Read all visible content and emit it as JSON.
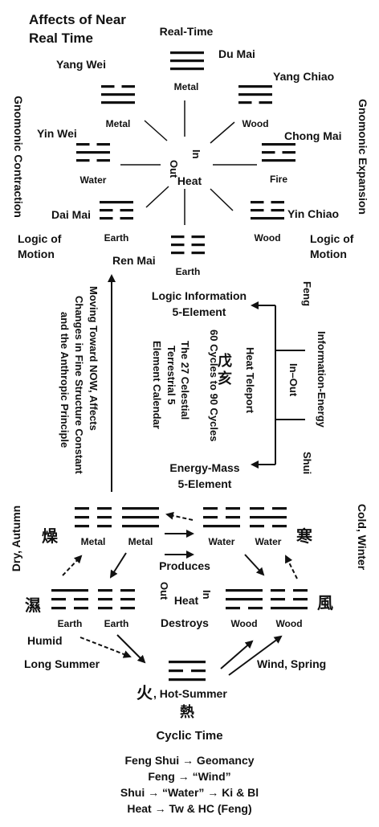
{
  "title_line1": "Affects of Near",
  "title_line2": "Real Time",
  "top_wheel": {
    "nodes": [
      {
        "name": "Real-Time",
        "label": "Metal",
        "lines": [
          1,
          1,
          1
        ]
      },
      {
        "name": "Du Mai",
        "label": "",
        "lines": []
      },
      {
        "name": "Yang Chiao",
        "label": "Wood",
        "lines": [
          1,
          1,
          0
        ]
      },
      {
        "name": "Chong Mai",
        "label": "Fire",
        "lines": [
          1,
          0,
          1
        ]
      },
      {
        "name": "Yin Chiao",
        "label": "Wood",
        "lines": [
          0,
          0,
          1
        ]
      },
      {
        "name": "",
        "label": "Earth",
        "lines": [
          0,
          0,
          0
        ]
      },
      {
        "name": "Dai Mai",
        "label": "Earth",
        "lines": [
          1,
          0,
          0
        ]
      },
      {
        "name": "Yin Wei",
        "label": "Water",
        "lines": [
          0,
          1,
          0
        ]
      },
      {
        "name": "Yang Wei",
        "label": "Metal",
        "lines": [
          0,
          1,
          1
        ]
      }
    ],
    "center_out": "Out",
    "center_in": "In",
    "center_heat": "Heat",
    "left_side": "Gnomonic Contraction",
    "right_side": "Gnomonic Expansion",
    "logic_left_1": "Logic of",
    "logic_left_2": "Motion",
    "logic_right_1": "Logic of",
    "logic_right_2": "Motion"
  },
  "middle": {
    "ren_mai": "Ren Mai",
    "moving_1": "Moving Toward NOW, Affects",
    "moving_2": "Changes in Fine Structure Constant",
    "moving_3": "and the Anthropic Principle",
    "logic_info_1": "Logic Information",
    "logic_info_2": "5-Element",
    "energy_mass_1": "Energy-Mass",
    "energy_mass_2": "5-Element",
    "celestial_1": "The 27 Celestial",
    "celestial_2": "Terrestrial 5",
    "celestial_3": "Element Calendar",
    "cycles": "60 Cycles to 90 Cycles",
    "cjk_1": "戊",
    "cjk_2": "亥",
    "heat_teleport": "Heat Teleport",
    "in_out": "In–Out",
    "info_energy": "Information-Energy",
    "feng": "Feng",
    "shui": "Shui"
  },
  "bottom": {
    "tri_labels": [
      "Metal",
      "Metal",
      "Water",
      "Water",
      "Earth",
      "Earth",
      "Wood",
      "Wood"
    ],
    "produces": "Produces",
    "destroys": "Destroys",
    "heat": "Heat",
    "out": "Out",
    "in": "In",
    "dry_autumn": "Dry, Autumn",
    "cold_winter": "Cold, Winter",
    "cjk_dry": "燥",
    "cjk_cold": "寒",
    "cjk_humid": "濕",
    "cjk_wind": "風",
    "humid": "Humid",
    "long_summer": "Long Summer",
    "wind_spring": "Wind, Spring",
    "fire_cjk": "火",
    "hot_summer": ", Hot-Summer",
    "heat_cjk": "熱"
  },
  "footer": {
    "cyclic_time": "Cyclic Time",
    "l1": "Feng Shui → Geomancy",
    "l2": "Feng → “Wind”",
    "l3": "Shui → “Water” → Ki & Bl",
    "l4": "Heat → Tw & HC (Feng)"
  }
}
